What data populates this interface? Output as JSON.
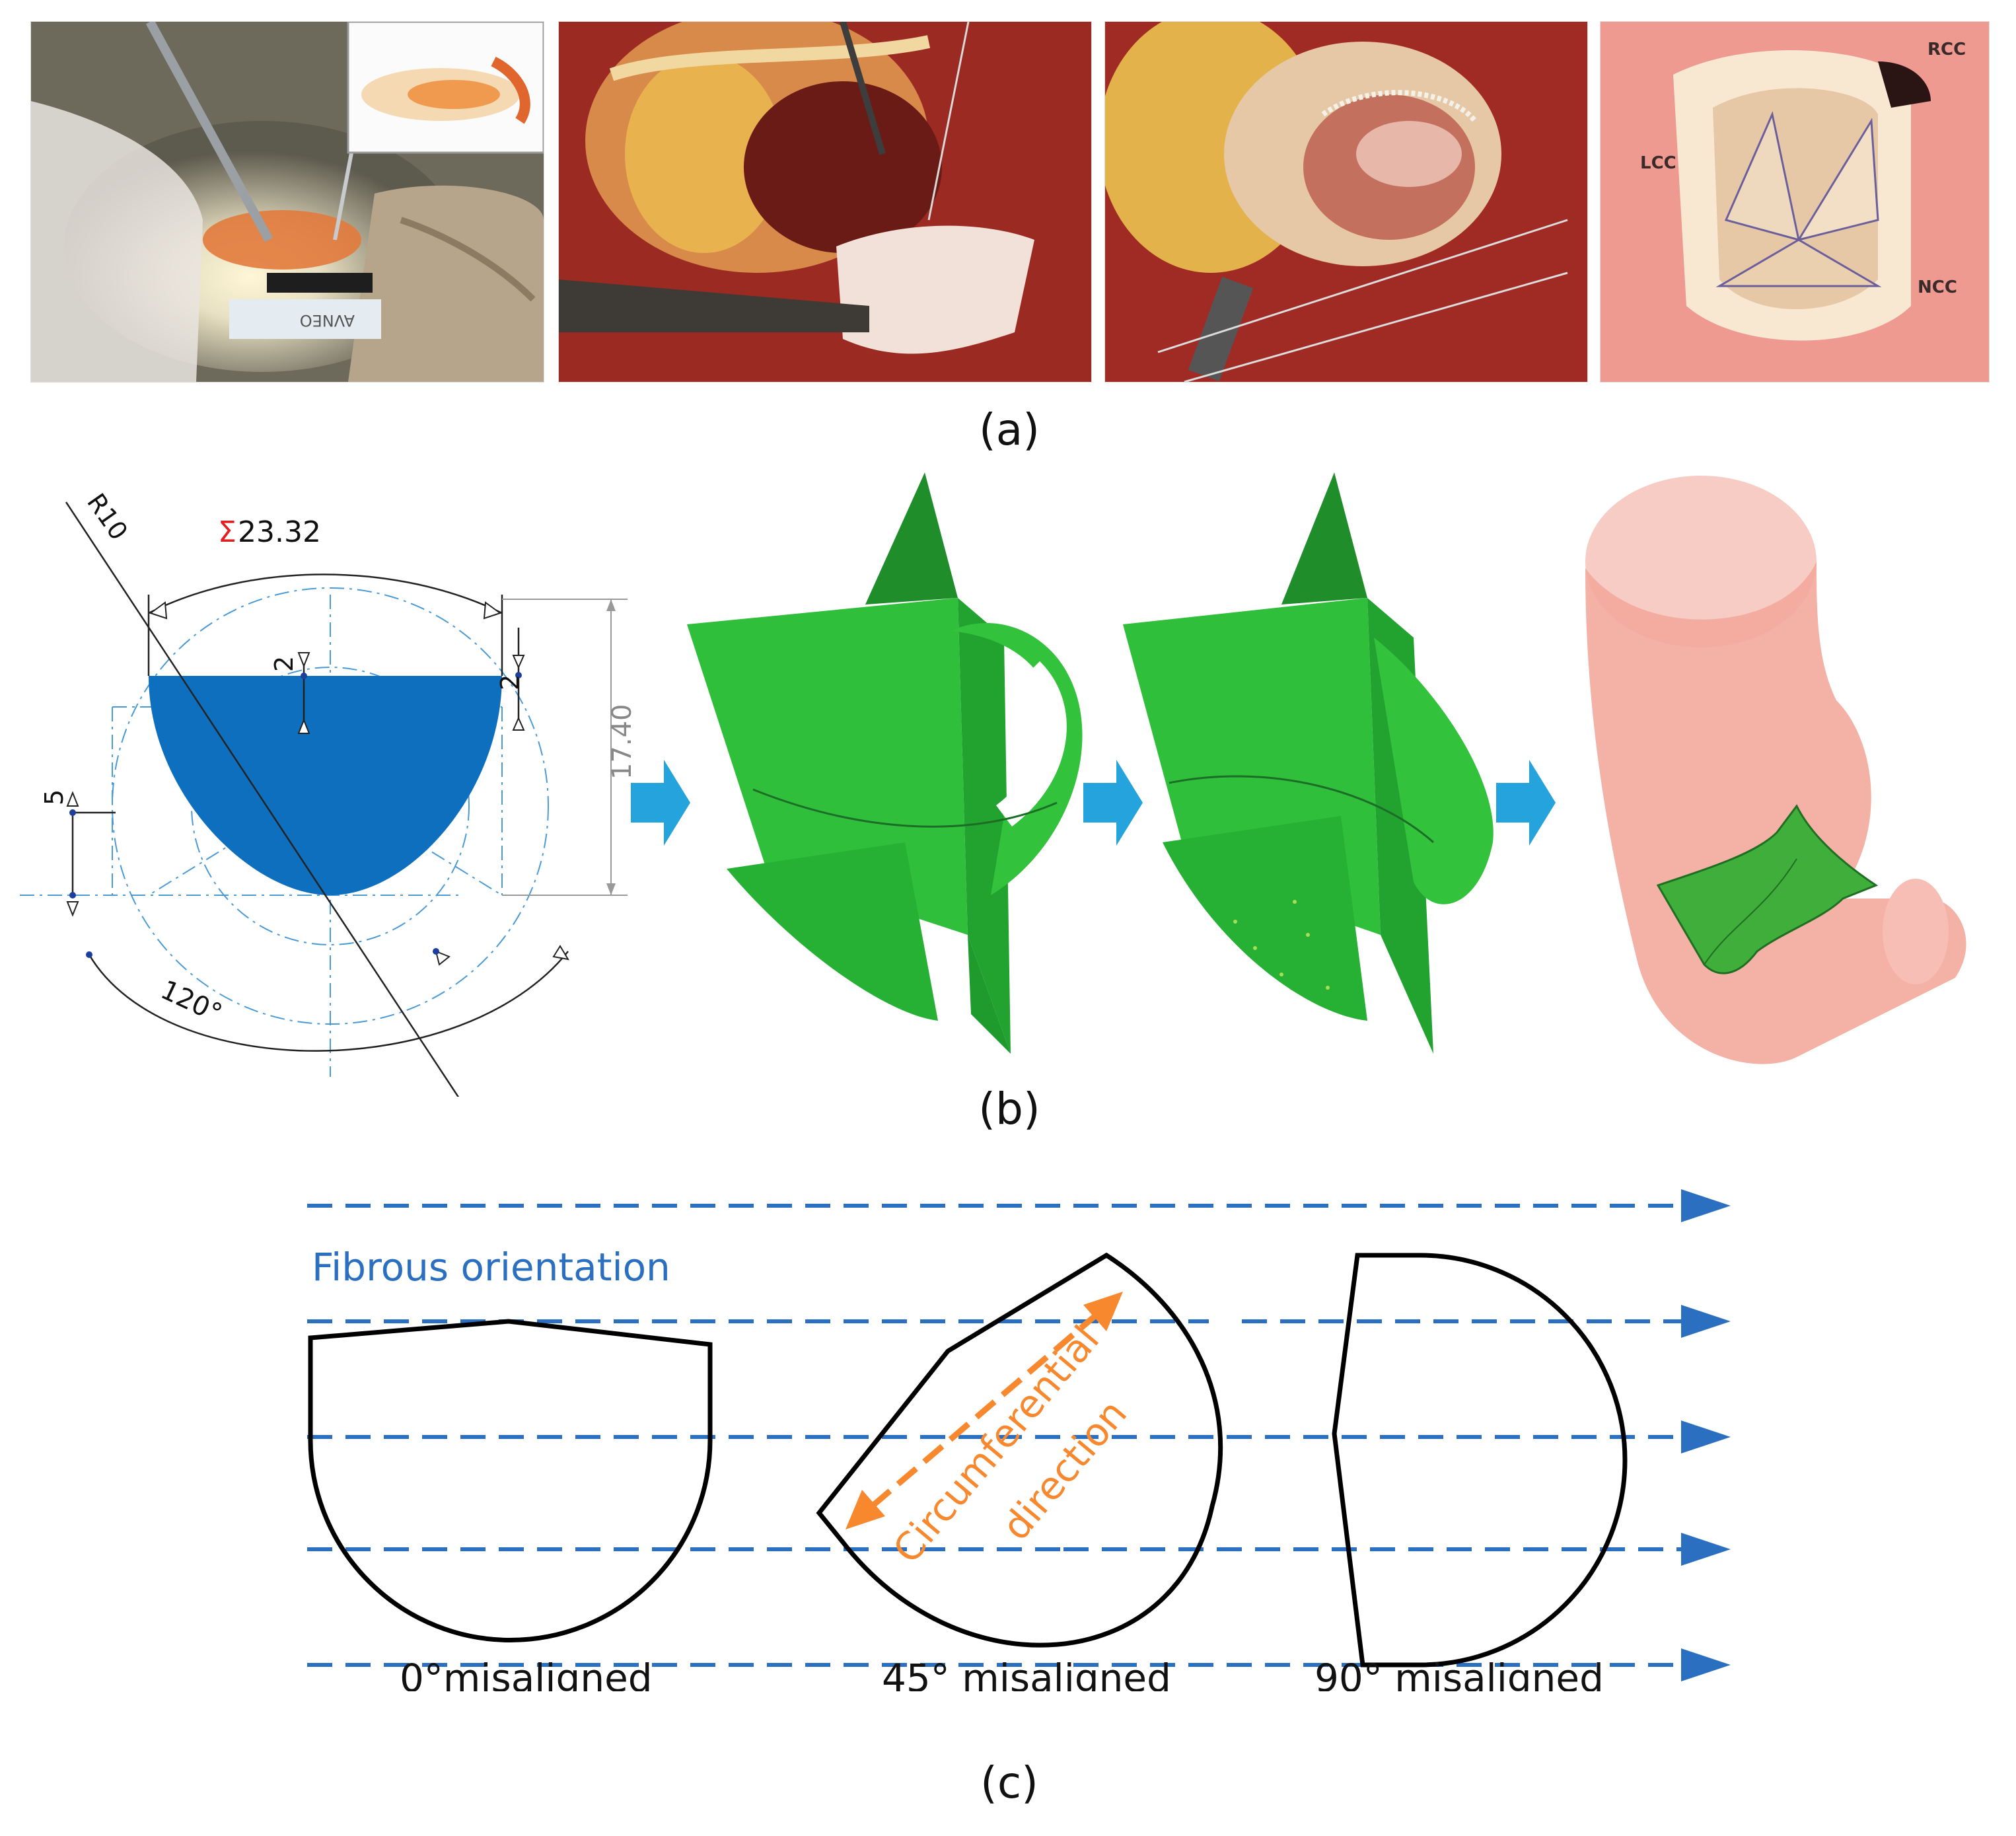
{
  "panel_a": {
    "label": "(a)",
    "photos": [
      {
        "name": "surgery-overview-photo",
        "inset_present": true,
        "stamp_text": "AVNEO"
      },
      {
        "name": "leaflet-implant-photo"
      },
      {
        "name": "sutured-valve-photo"
      },
      {
        "name": "reconstructed-valve-photo",
        "cusp_labels": {
          "lcc": "LCC",
          "rcc": "RCC",
          "ncc": "NCC"
        }
      }
    ]
  },
  "panel_b": {
    "label": "(b)",
    "dims": {
      "radius": "R10",
      "arc_sigma": "Σ",
      "arc_length": "23.32",
      "height": "17.40",
      "offset_center": "2",
      "offset_side": "2",
      "offset_left": "5",
      "angle": "120°"
    },
    "colors": {
      "leaflet_blue": "#0f6fbf",
      "shell_green": "#2fbf3a",
      "aorta_pink": "#f3a99c",
      "arrow_blue": "#24a3dc"
    }
  },
  "panel_c": {
    "label": "(c)",
    "fiber_label": "Fibrous orientation",
    "direction_label_1": "Circumferential",
    "direction_label_2": "direction",
    "captions": [
      "0°misaligned",
      "45° misaligned",
      "90° misaligned"
    ],
    "colors": {
      "fiber_blue": "#2a6fc0",
      "direction_orange": "#f7882e"
    }
  }
}
